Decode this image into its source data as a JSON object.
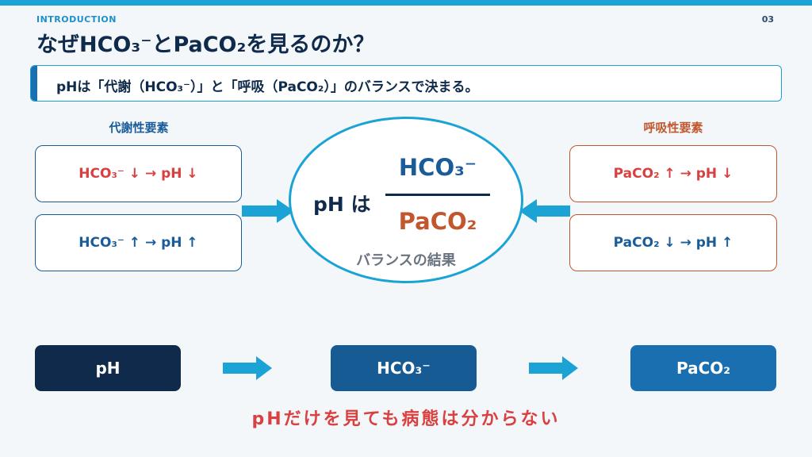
{
  "header": {
    "section_label": "INTRODUCTION",
    "page_number": "03",
    "title": "なぜHCO₃⁻とPaCO₂を見るのか？"
  },
  "banner": {
    "text": "pHは「代謝（HCO₃⁻）」と「呼吸（PaCO₂）」のバランスで決まる。"
  },
  "metabolic": {
    "label": "代謝性要素",
    "rows": [
      {
        "text": "HCO₃⁻ ↓ → pH ↓"
      },
      {
        "text": "HCO₃⁻ ↑ → pH ↑"
      }
    ]
  },
  "respiratory": {
    "label": "呼吸性要素",
    "rows": [
      {
        "text": "PaCO₂ ↑ → pH ↓"
      },
      {
        "text": "PaCO₂ ↓ → pH ↑"
      }
    ]
  },
  "center": {
    "ph_is": "pH は",
    "numerator": "HCO₃⁻",
    "denominator": "PaCO₂",
    "caption": "バランスの結果"
  },
  "flow": {
    "items": [
      "pH",
      "HCO₃⁻",
      "PaCO₂"
    ]
  },
  "conclusion": "pHだけを見ても病態は分からない",
  "colors": {
    "accent": "#1aa3d4",
    "navy": "#0f2a4a",
    "metabolic": "#1a5c99",
    "respiratory": "#c2572e",
    "alert": "#d94040"
  }
}
